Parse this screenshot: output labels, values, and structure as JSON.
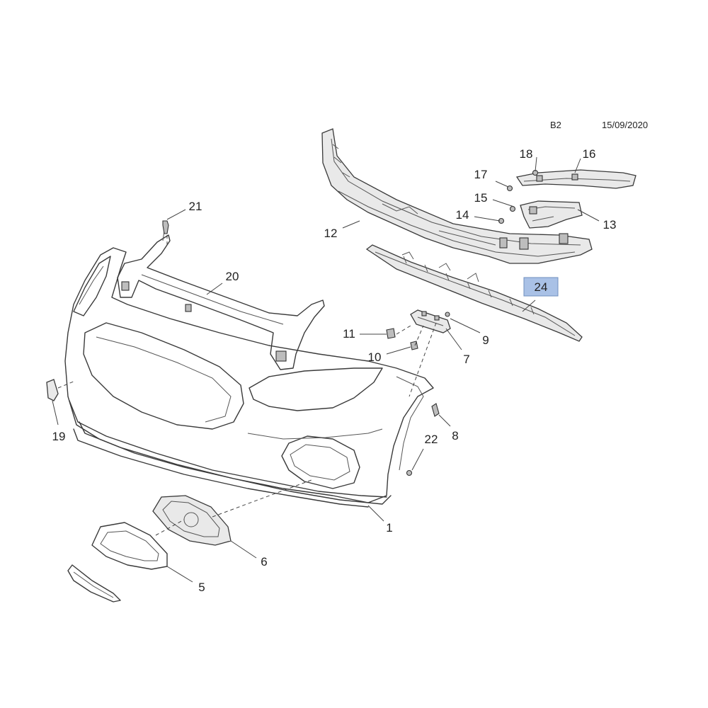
{
  "header": {
    "code": "B2",
    "date": "15/09/2020"
  },
  "highlight": {
    "label": "24",
    "color": "#a9c1e6"
  },
  "callouts": {
    "c1": "1",
    "c5": "5",
    "c6": "6",
    "c7": "7",
    "c8": "8",
    "c9": "9",
    "c10": "10",
    "c11": "11",
    "c12": "12",
    "c13": "13",
    "c14": "14",
    "c15": "15",
    "c16": "16",
    "c17": "17",
    "c18": "18",
    "c19": "19",
    "c20": "20",
    "c21": "21",
    "c22": "22"
  }
}
